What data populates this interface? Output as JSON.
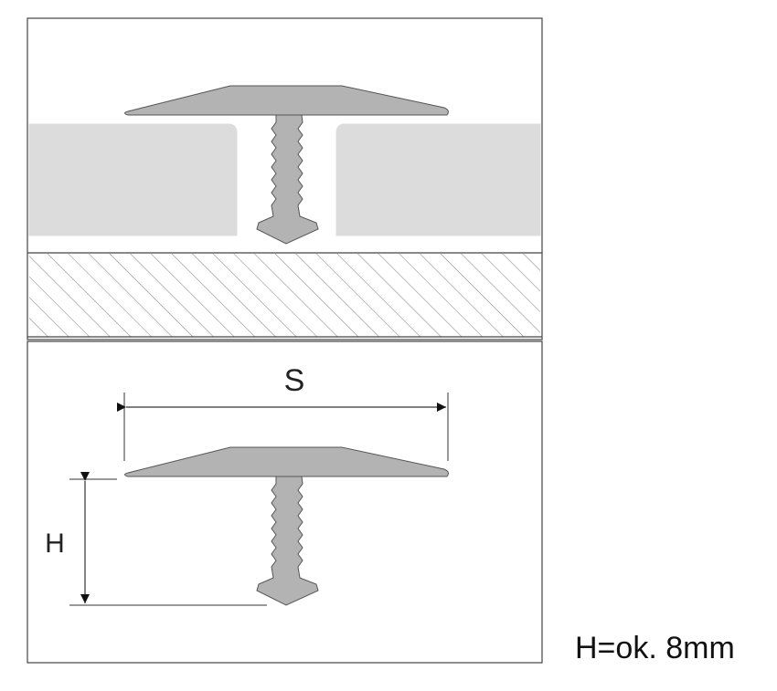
{
  "dimensions": {
    "width_label": "S",
    "height_label": "H"
  },
  "note": "H=ok. 8mm",
  "colors": {
    "profile": "#b3b3b3",
    "profile_edge": "#555555",
    "panel": "#dcdcdc",
    "frame": "#444444",
    "hatch": "#777777"
  }
}
